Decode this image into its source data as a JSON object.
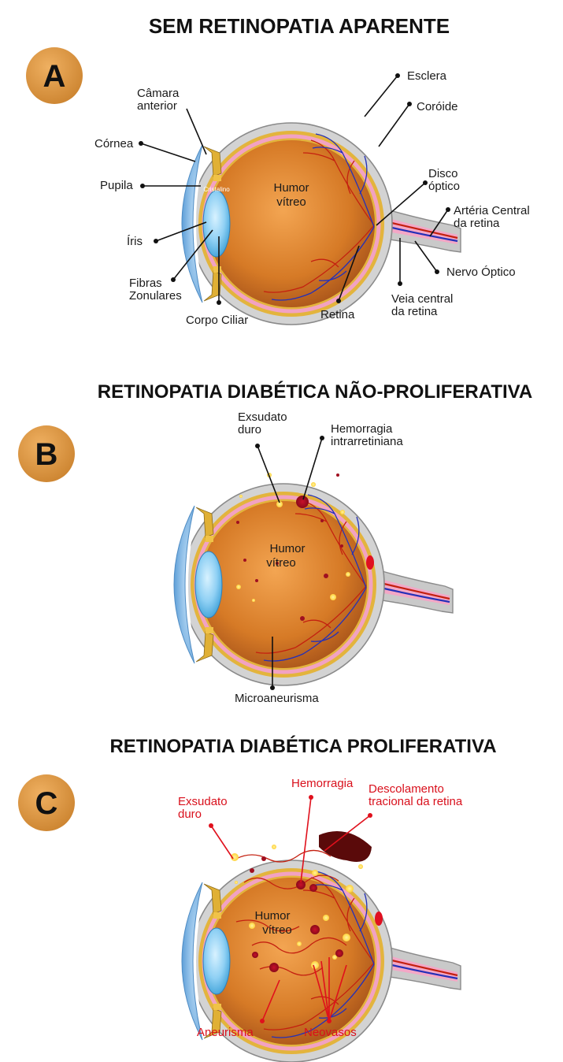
{
  "panelA": {
    "badge": "A",
    "title": "SEM RETINOPATIA APARENTE",
    "labels": {
      "camara1": "Câmara",
      "camara2": "anterior",
      "cornea": "Córnea",
      "pupila": "Pupila",
      "iris": "Íris",
      "fibras1": "Fibras",
      "fibras2": "Zonulares",
      "corpo": "Corpo Ciliar",
      "esclera": "Esclera",
      "coroide": "Coróide",
      "disco1": "Disco",
      "disco2": "óptico",
      "arteria1": "Artéria Central",
      "arteria2": "da retina",
      "nervo": "Nervo Óptico",
      "veia1": "Veia central",
      "veia2": "da retina",
      "retina": "Retina",
      "humor1": "Humor",
      "humor2": "vítreo",
      "cristalino": "Cristalino"
    }
  },
  "panelB": {
    "badge": "B",
    "title": "RETINOPATIA DIABÉTICA NÃO-PROLIFERATIVA",
    "labels": {
      "exsudato1": "Exsudato",
      "exsudato2": "duro",
      "hemorragia1": "Hemorragia",
      "hemorragia2": "intrarretiniana",
      "micro": "Microaneurisma",
      "humor1": "Humor",
      "humor2": "vítreo"
    }
  },
  "panelC": {
    "badge": "C",
    "title": "RETINOPATIA DIABÉTICA PROLIFERATIVA",
    "labels": {
      "exsudato1": "Exsudato",
      "exsudato2": "duro",
      "hemorragia": "Hemorragia",
      "descol1": "Descolamento",
      "descol2": "tracional da retina",
      "aneurisma": "Aneurisma",
      "neovasos": "Neovasos",
      "humor1": "Humor",
      "humor2": "vítreo"
    }
  },
  "colors": {
    "badge": "#d9913a",
    "sclera": "#c8c8c8",
    "choroid": "#e0b43a",
    "vitreous": "#d07a28",
    "retina_pink": "#f4a6c8",
    "cornea": "#7fb8e8",
    "lens": "#8fd0f4",
    "artery": "#c42010",
    "vein": "#2430b8",
    "callout_red": "#e0101c"
  }
}
